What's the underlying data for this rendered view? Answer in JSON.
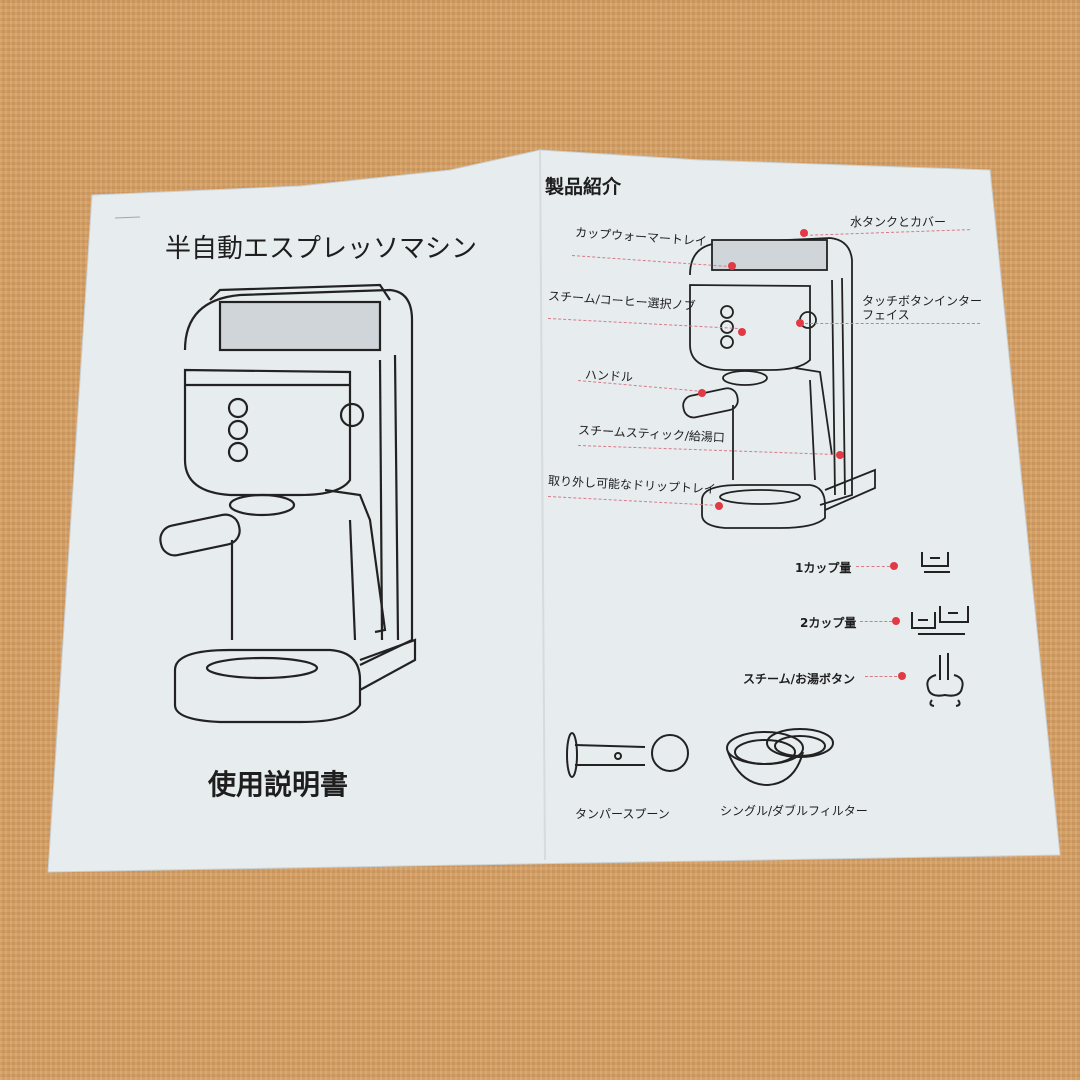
{
  "left_page": {
    "title": "半自動エスプレッソマシン",
    "subtitle": "使用説明書"
  },
  "right_page": {
    "heading": "製品紹介",
    "parts": {
      "water_tank": "水タンクとカバー",
      "cup_warmer": "カップウォーマートレイ",
      "knob": "スチーム/コーヒー選択ノブ",
      "touch_interface_1": "タッチボタンインター",
      "touch_interface_2": "フェイス",
      "handle": "ハンドル",
      "steam_stick": "スチームスティック/給湯口",
      "drip_tray": "取り外し可能なドリップトレイ"
    },
    "buttons": {
      "one_cup": "1カップ量",
      "two_cup": "2カップ量",
      "steam": "スチーム/お湯ボタン"
    },
    "accessories": {
      "tamper": "タンパースプーン",
      "filter": "シングル/ダブルフィルター"
    }
  },
  "colors": {
    "paper": "#e6ebee",
    "tatami": "#d4a066",
    "marker": "#e23a45",
    "ink": "#222222"
  }
}
